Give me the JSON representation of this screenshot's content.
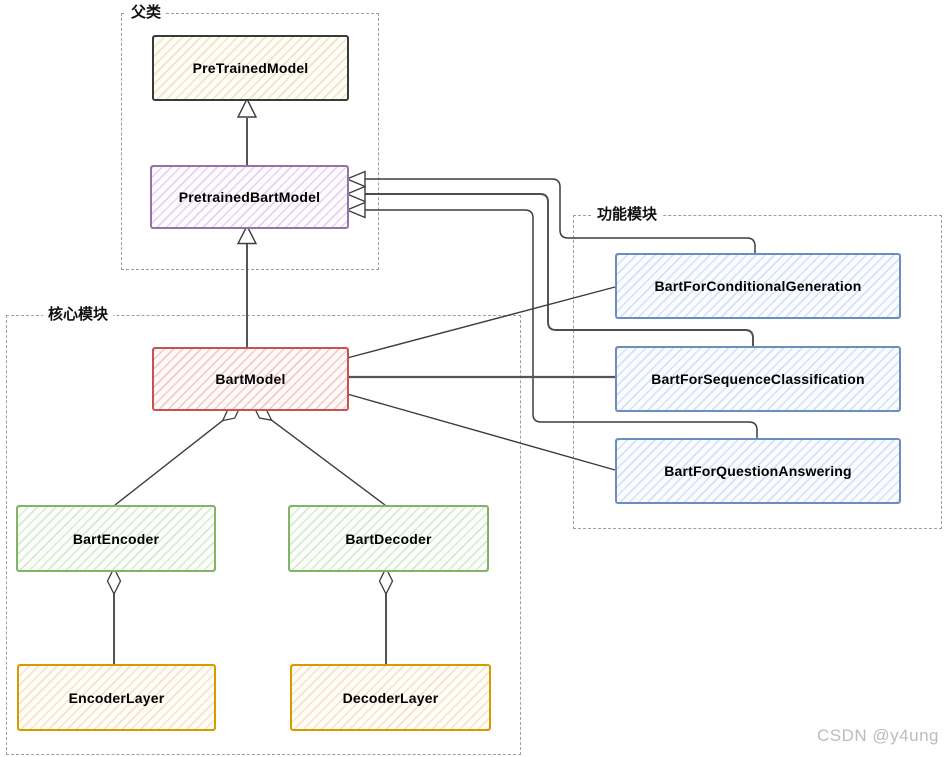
{
  "groups": {
    "parent": {
      "label": "父类"
    },
    "core": {
      "label": "核心模块"
    },
    "functional": {
      "label": "功能模块"
    }
  },
  "nodes": {
    "pretrained_model": {
      "label": "PreTrainedModel"
    },
    "pretrained_bart_model": {
      "label": "PretrainedBartModel"
    },
    "bart_model": {
      "label": "BartModel"
    },
    "bart_encoder": {
      "label": "BartEncoder"
    },
    "bart_decoder": {
      "label": "BartDecoder"
    },
    "encoder_layer": {
      "label": "EncoderLayer"
    },
    "decoder_layer": {
      "label": "DecoderLayer"
    },
    "bart_for_conditional_generation": {
      "label": "BartForConditionalGeneration"
    },
    "bart_for_sequence_classification": {
      "label": "BartForSequenceClassification"
    },
    "bart_for_question_answering": {
      "label": "BartForQuestionAnswering"
    }
  },
  "edges": [
    {
      "from": "PretrainedBartModel",
      "to": "PreTrainedModel",
      "type": "inheritance"
    },
    {
      "from": "BartModel",
      "to": "PretrainedBartModel",
      "type": "inheritance"
    },
    {
      "from": "BartForConditionalGeneration",
      "to": "PretrainedBartModel",
      "type": "inheritance"
    },
    {
      "from": "BartForSequenceClassification",
      "to": "PretrainedBartModel",
      "type": "inheritance"
    },
    {
      "from": "BartForQuestionAnswering",
      "to": "PretrainedBartModel",
      "type": "inheritance"
    },
    {
      "from": "BartForConditionalGeneration",
      "to": "BartModel",
      "type": "association"
    },
    {
      "from": "BartForSequenceClassification",
      "to": "BartModel",
      "type": "association"
    },
    {
      "from": "BartForQuestionAnswering",
      "to": "BartModel",
      "type": "association"
    },
    {
      "from": "BartModel",
      "to": "BartEncoder",
      "type": "aggregation"
    },
    {
      "from": "BartModel",
      "to": "BartDecoder",
      "type": "aggregation"
    },
    {
      "from": "BartEncoder",
      "to": "EncoderLayer",
      "type": "aggregation"
    },
    {
      "from": "BartDecoder",
      "to": "DecoderLayer",
      "type": "aggregation"
    }
  ],
  "colors": {
    "group-border": "#9e9e9e",
    "edge": "#3d3d3d",
    "edge-heavy": "#555555",
    "neutral-border": "#3a3a3a",
    "neutral-hatch": "#ece4cc",
    "purple-border": "#9673a6",
    "purple-hatch": "#e4d3ee",
    "red-border": "#c9524e",
    "red-hatch": "#f5c7c5",
    "blue-border": "#6c8ebf",
    "blue-hatch": "#d3e1f5",
    "green-border": "#82b366",
    "green-hatch": "#d6ebcd",
    "orange-border": "#d79b00",
    "orange-hatch": "#f8e2c4"
  },
  "watermark": {
    "text": "CSDN @y4ung"
  }
}
